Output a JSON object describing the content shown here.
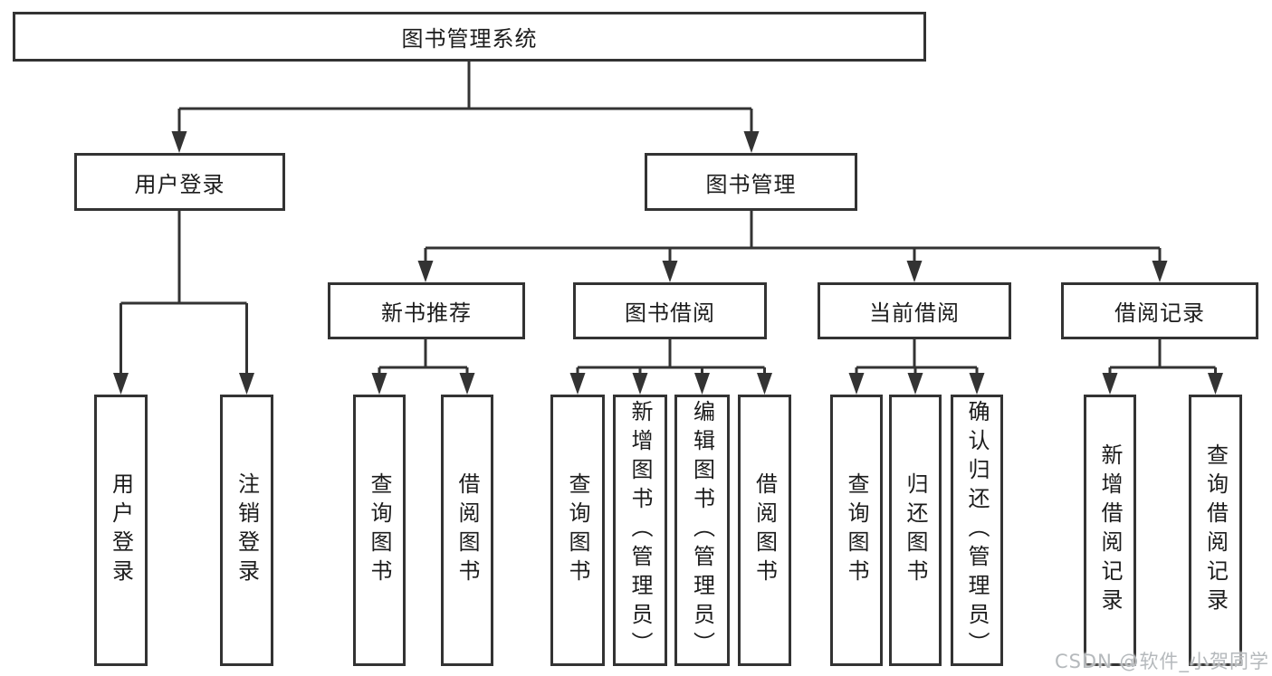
{
  "colors": {
    "line": "#333333",
    "box_border": "#333333",
    "box_background": "#ffffff",
    "text": "#1c1c1c",
    "watermark": "#b5b9bc",
    "page_background": "#ffffff"
  },
  "watermark": {
    "text": "CSDN @软件_小贺同学"
  },
  "tree": {
    "root": {
      "label": "图书管理系统"
    },
    "branches": [
      {
        "label": "用户登录",
        "children": [
          {
            "label": "用户登录"
          },
          {
            "label": "注销登录"
          }
        ]
      },
      {
        "label": "图书管理",
        "children": [
          {
            "label": "新书推荐",
            "children": [
              {
                "label": "查询图书"
              },
              {
                "label": "借阅图书"
              }
            ]
          },
          {
            "label": "图书借阅",
            "children": [
              {
                "label": "查询图书"
              },
              {
                "label": "新增图书（管理员）"
              },
              {
                "label": "编辑图书（管理员）"
              },
              {
                "label": "借阅图书"
              }
            ]
          },
          {
            "label": "当前借阅",
            "children": [
              {
                "label": "查询图书"
              },
              {
                "label": "归还图书"
              },
              {
                "label": "确认归还（管理员）"
              }
            ]
          },
          {
            "label": "借阅记录",
            "children": [
              {
                "label": "新增借阅记录"
              },
              {
                "label": "查询借阅记录"
              }
            ]
          }
        ]
      }
    ]
  }
}
